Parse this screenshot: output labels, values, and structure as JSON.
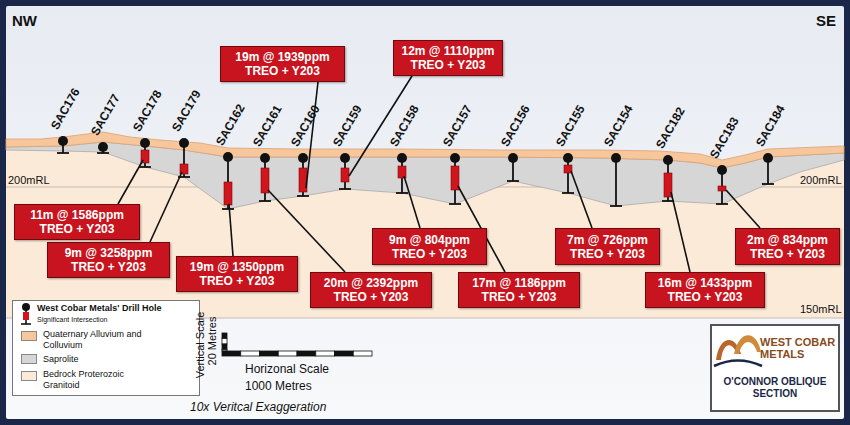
{
  "diagram": {
    "nodes": [
      {
        "text": [
          "19m @ 1939ppm TREO + Y203"
        ]
      },
      {
        "text": [
          "12m @ 1110ppm TREO + Y203"
        ]
      },
      {
        "text": [
          "11m @ 1586ppm TREO + Y203"
        ]
      },
      {
        "text": [
          "9m @ 3258ppm TREO + Y203"
        ]
      },
      {
        "text": [
          "19m @ 1350ppm TREO + Y203"
        ]
      },
      {
        "text": [
          "20m @ 2392ppm TREO + Y203"
        ]
      },
      {
        "text": [
          "9m @ 804ppm TREO + Y203"
        ]
      },
      {
        "text": [
          "17m @ 1186ppm TREO + Y203"
        ]
      },
      {
        "text": [
          "7m @ 726ppm TREO + Y203"
        ]
      },
      {
        "text": [
          "16m @ 1433ppm TREO + Y203"
        ]
      },
      {
        "text": [
          "2m @ 834ppm TREO + Y203"
        ]
      },
      {
        "text": [
          "WEST COBAR METALS",
          "O'CONNOR OBLIQUE SECTION"
        ]
      }
    ],
    "labels": [
      "NW",
      "SE",
      "200mRL",
      "200mRL",
      "150mRL",
      "SAC176",
      "SAC177",
      "SAC178",
      "SAC179",
      "SAC162",
      "SAC161",
      "SAC160",
      "SAC159",
      "SAC158",
      "SAC157",
      "SAC156",
      "SAC155",
      "SAC154",
      "SAC182",
      "SAC183",
      "SAC184",
      "Vertical Scale",
      "20 Metres",
      "Horizonal Scale",
      "1000 Metres",
      "10x Veritcal Exaggeration"
    ],
    "legend": [
      {
        "text": "West Cobar Metals' Drill Hole"
      },
      {
        "text": "Significant Intersection"
      },
      {
        "text": "Quaternary Alluvium and Colluvium",
        "color": "#f7c79b"
      },
      {
        "text": "Saprolite",
        "color": "#d6d6d6"
      },
      {
        "text": "Bedrock Proterozoic Granitoid",
        "color": "#fcead8"
      }
    ]
  }
}
